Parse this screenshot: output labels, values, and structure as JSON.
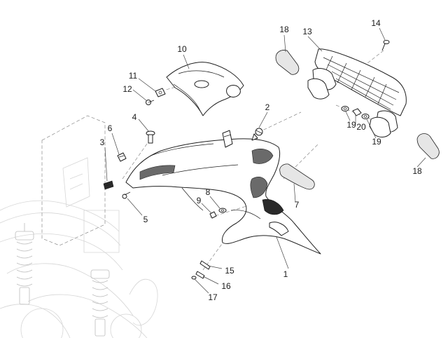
{
  "diagram": {
    "labels": [
      {
        "id": "1",
        "text": "1"
      },
      {
        "id": "2",
        "text": "2"
      },
      {
        "id": "3",
        "text": "3"
      },
      {
        "id": "4",
        "text": "4"
      },
      {
        "id": "5",
        "text": "5"
      },
      {
        "id": "6",
        "text": "6"
      },
      {
        "id": "7",
        "text": "7"
      },
      {
        "id": "8",
        "text": "8"
      },
      {
        "id": "9",
        "text": "9"
      },
      {
        "id": "10",
        "text": "10"
      },
      {
        "id": "11",
        "text": "11"
      },
      {
        "id": "12",
        "text": "12"
      },
      {
        "id": "13",
        "text": "13"
      },
      {
        "id": "14",
        "text": "14"
      },
      {
        "id": "15",
        "text": "15"
      },
      {
        "id": "16",
        "text": "16"
      },
      {
        "id": "17",
        "text": "17"
      },
      {
        "id": "18a",
        "text": "18"
      },
      {
        "id": "18b",
        "text": "18"
      },
      {
        "id": "19a",
        "text": "19"
      },
      {
        "id": "19b",
        "text": "19"
      },
      {
        "id": "20",
        "text": "20"
      }
    ]
  }
}
